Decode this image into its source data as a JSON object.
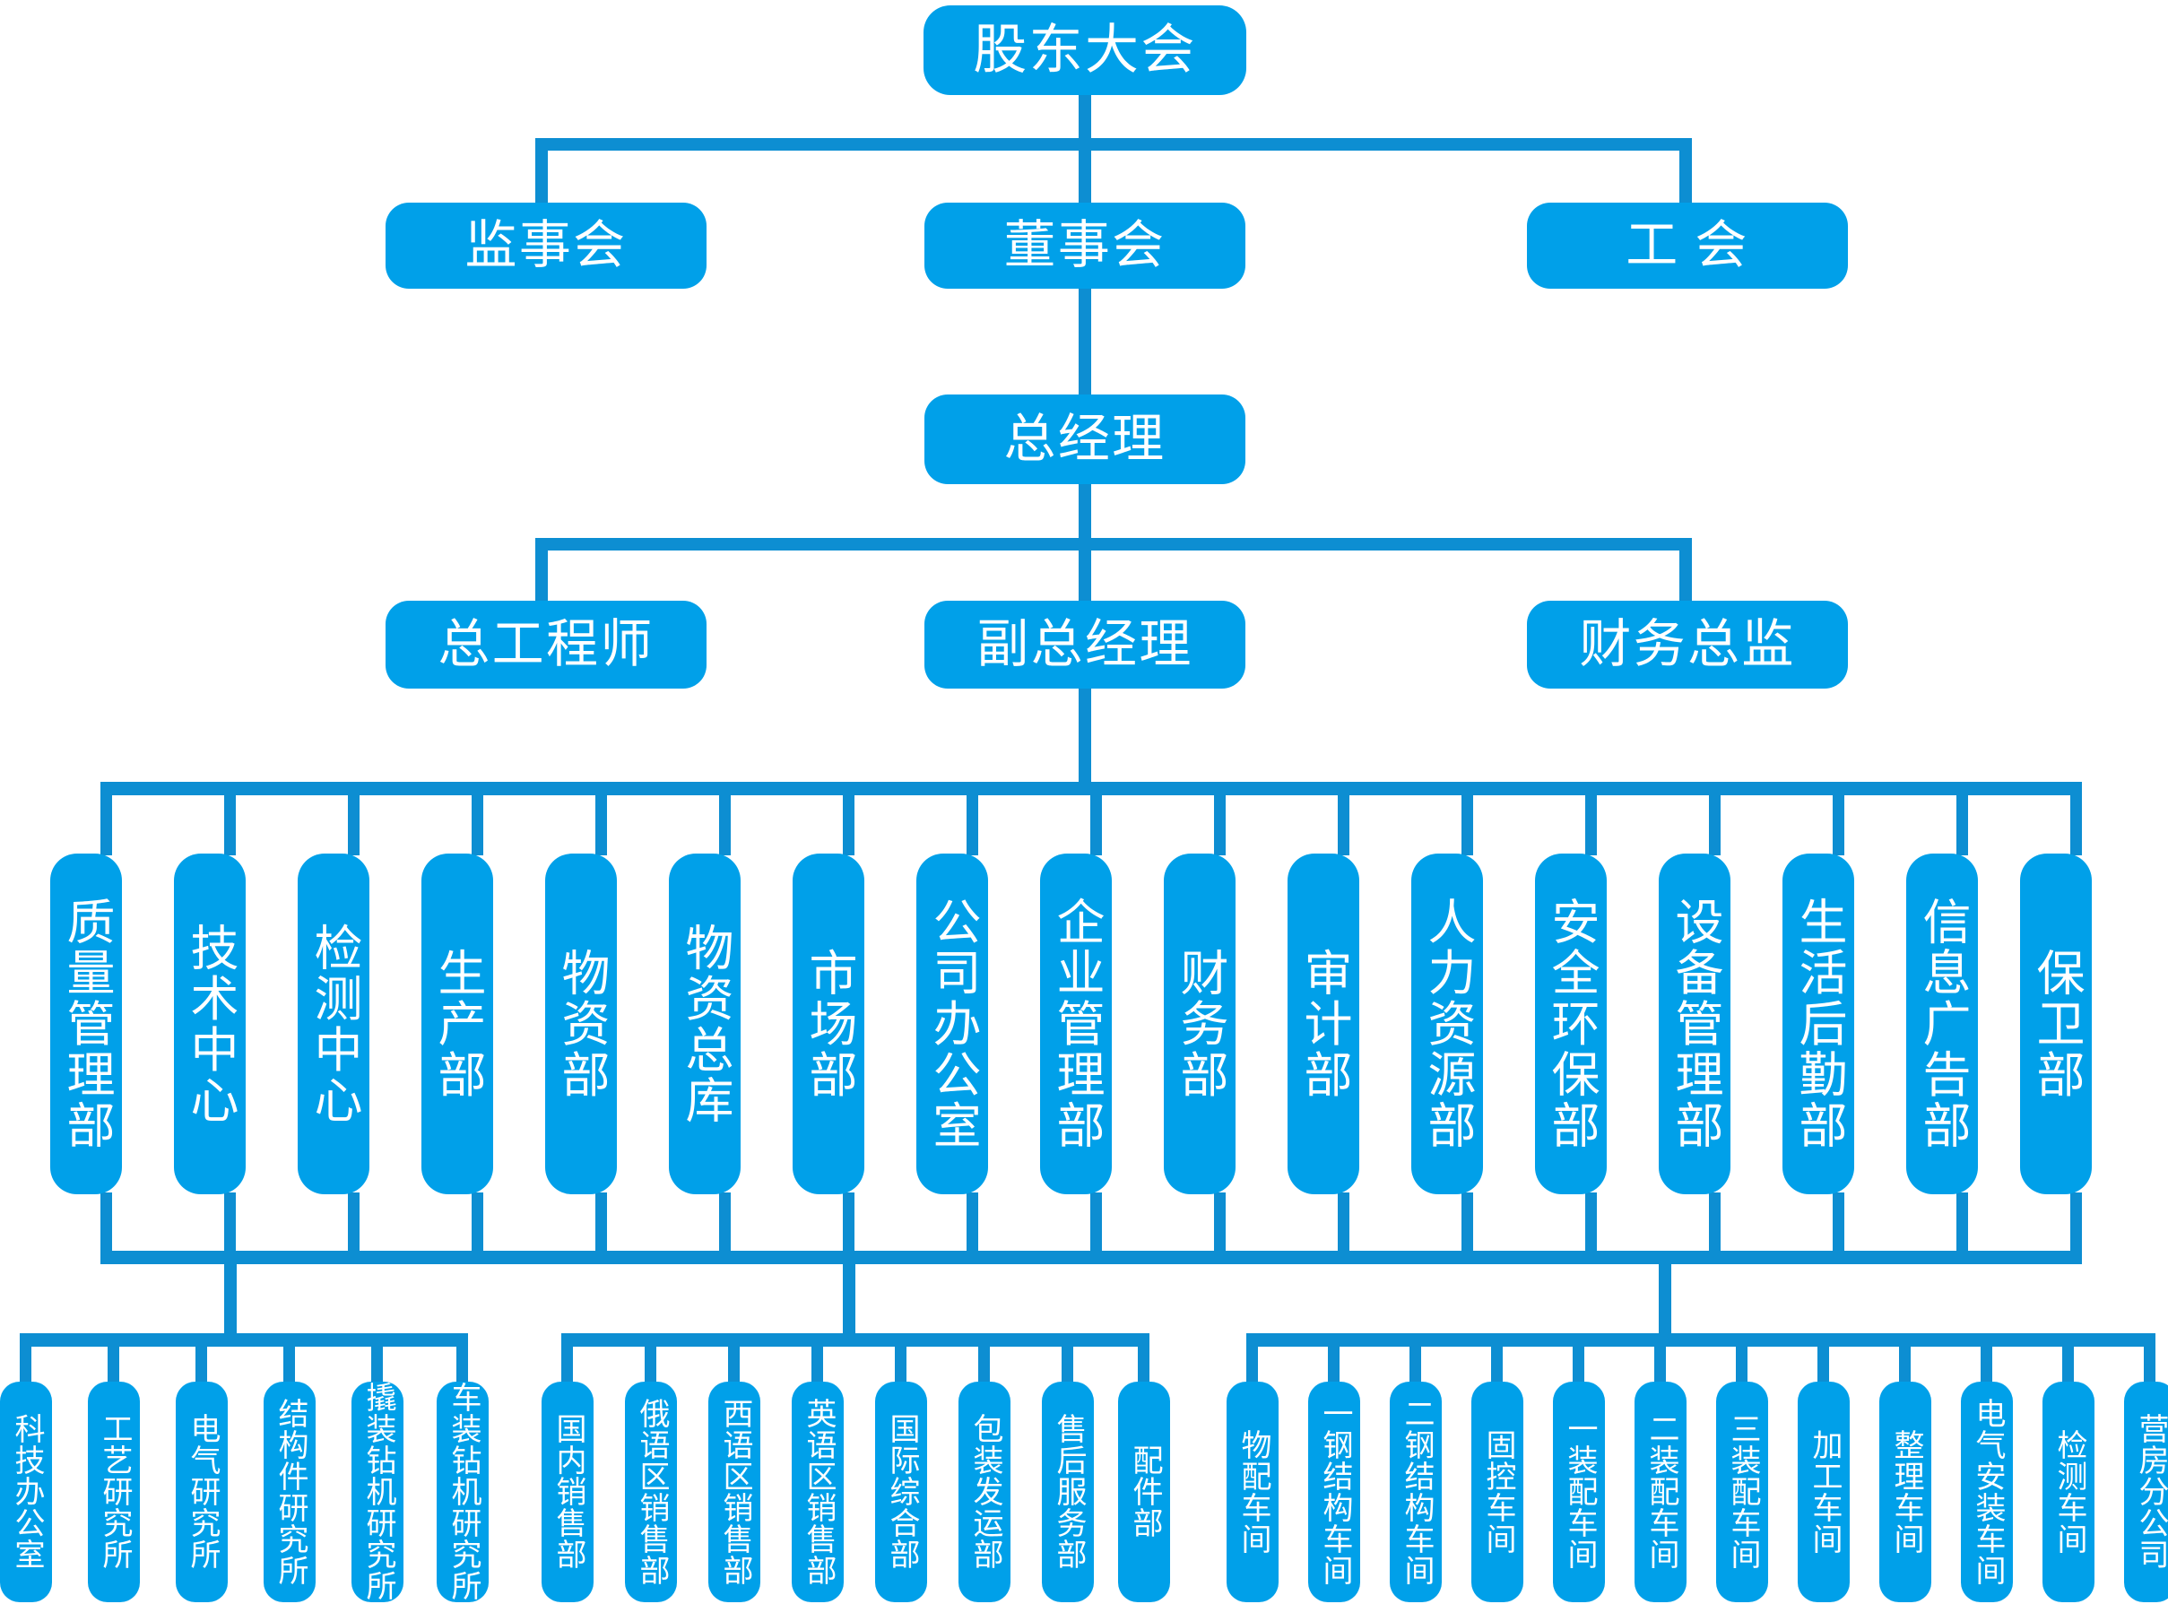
{
  "chart_title": "",
  "theme": {
    "node_fill": "#00a0e9",
    "connector": "#0d8ed2",
    "text": "#ffffff",
    "background": "#ffffff"
  },
  "org_chart": {
    "type": "org-chart",
    "level1": {
      "label": "股东大会"
    },
    "level2": [
      {
        "label": "监事会"
      },
      {
        "label": "董事会"
      },
      {
        "label": "工 会"
      }
    ],
    "level3": {
      "label": "总经理"
    },
    "level4": [
      {
        "label": "总工程师"
      },
      {
        "label": "副总经理"
      },
      {
        "label": "财务总监"
      }
    ],
    "departments": [
      {
        "label": "质量管理部"
      },
      {
        "label": "技术中心"
      },
      {
        "label": "检测中心"
      },
      {
        "label": "生产部"
      },
      {
        "label": "物资部"
      },
      {
        "label": "物资总库"
      },
      {
        "label": "市场部"
      },
      {
        "label": "公司办公室"
      },
      {
        "label": "企业管理部"
      },
      {
        "label": "财务部"
      },
      {
        "label": "审计部"
      },
      {
        "label": "人力资源部"
      },
      {
        "label": "安全环保部"
      },
      {
        "label": "设备管理部"
      },
      {
        "label": "生活后勤部"
      },
      {
        "label": "信息广告部"
      },
      {
        "label": "保卫部"
      }
    ],
    "group_tech": [
      {
        "label": "科技办公室"
      },
      {
        "label": "工艺研究所"
      },
      {
        "label": "电气研究所"
      },
      {
        "label": "结构件研究所"
      },
      {
        "label": "撬装钻机研究所"
      },
      {
        "label": "车装钻机研究所"
      }
    ],
    "group_market": [
      {
        "label": "国内销售部"
      },
      {
        "label": "俄语区销售部"
      },
      {
        "label": "西语区销售部"
      },
      {
        "label": "英语区销售部"
      },
      {
        "label": "国际综合部"
      },
      {
        "label": "包装发运部"
      },
      {
        "label": "售后服务部"
      },
      {
        "label": "配件部"
      }
    ],
    "group_production": [
      {
        "label": "物配车间"
      },
      {
        "label": "一钢结构车间"
      },
      {
        "label": "二钢结构车间"
      },
      {
        "label": "固控车间"
      },
      {
        "label": "一装配车间"
      },
      {
        "label": "二装配车间"
      },
      {
        "label": "三装配车间"
      },
      {
        "label": "加工车间"
      },
      {
        "label": "整理车间"
      },
      {
        "label": "电气安装车间"
      },
      {
        "label": "检测车间"
      },
      {
        "label": "营房分公司"
      }
    ]
  }
}
